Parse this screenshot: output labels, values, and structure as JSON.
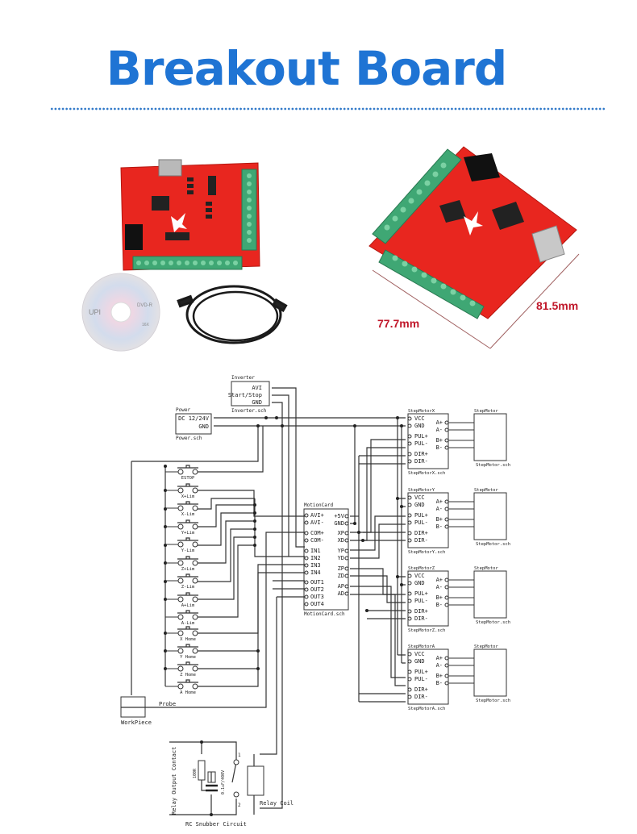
{
  "header": {
    "title": "Breakout Board",
    "title_color": "#1f74d4",
    "divider_style": "asterisk-dotted-line"
  },
  "products": {
    "kit_photo": {
      "items": [
        "breakout-board-pcb",
        "software-cd",
        "usb-cable"
      ],
      "cd_labels": [
        "UPI",
        "DVD-R",
        "16X"
      ]
    },
    "dimension_photo": {
      "width_label": "77.7mm",
      "height_label": "81.5mm",
      "dimension_color": "#c0172a"
    }
  },
  "schematic": {
    "inverter": {
      "title": "Inverter",
      "file": "Inverter.sch",
      "pins": [
        "AVI",
        "Start/Stop",
        "GND"
      ]
    },
    "power": {
      "title": "Power",
      "file": "Power.sch",
      "pins": [
        "DC 12/24V",
        "GND"
      ]
    },
    "switches": [
      "ESTOP",
      "X+Lim",
      "X-Lim",
      "Y+Lim",
      "Y-Lim",
      "Z+Lim",
      "Z-Lim",
      "A+Lim",
      "A-Lim",
      "X Home",
      "Y Home",
      "Z Home",
      "A Home"
    ],
    "motion_card": {
      "title": "MotionCard",
      "file": "MotionCard.sch",
      "left_pins": [
        "AVI+",
        "AVI-",
        "COM+",
        "COM-",
        "IN1",
        "IN2",
        "IN3",
        "IN4",
        "OUT1",
        "OUT2",
        "OUT3",
        "OUT4"
      ],
      "right_pins": [
        "+5V",
        "GND",
        "XP",
        "XD",
        "YP",
        "YD",
        "ZP",
        "ZD",
        "AP",
        "AD"
      ]
    },
    "drivers": [
      {
        "title": "StepMotorX",
        "file": "StepMotorX.sch"
      },
      {
        "title": "StepMotorY",
        "file": "StepMotorY.sch"
      },
      {
        "title": "StepMotorZ",
        "file": "StepMotorZ.sch"
      },
      {
        "title": "StepMotorA",
        "file": "StepMotorA.sch"
      }
    ],
    "driver_left_pins": [
      "VCC",
      "GND",
      "PUL+",
      "PUL-",
      "DIR+",
      "DIR-"
    ],
    "driver_right_pins": [
      "A+",
      "A-",
      "B+",
      "B-"
    ],
    "motor": {
      "title": "StepMotor",
      "file": "StepMotor.sch"
    },
    "workpiece_label": "WorkPiece",
    "probe_label": "Probe",
    "relay_output_label": "Relay Output Contact",
    "snubber_label": "RC Snubber Circuit",
    "resistor_label": "100R",
    "capacitor_label": "0.1uF/400V",
    "contact_1": "1",
    "contact_2": "2",
    "relay_coil_label": "Relay Coil"
  }
}
